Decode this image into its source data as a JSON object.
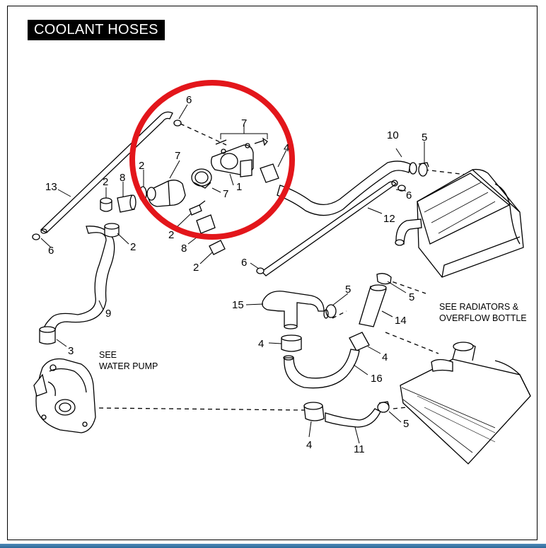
{
  "title": "COOLANT HOSES",
  "notes": {
    "water_pump": [
      "SEE",
      "WATER PUMP"
    ],
    "radiators": [
      "SEE RADIATORS &",
      "OVERFLOW BOTTLE"
    ]
  },
  "highlight": {
    "color": "#e3161b"
  },
  "callouts": [
    {
      "id": "c1",
      "text": "6"
    },
    {
      "id": "c2",
      "text": "7"
    },
    {
      "id": "c3",
      "text": "7"
    },
    {
      "id": "c4",
      "text": "4"
    },
    {
      "id": "c5",
      "text": "2"
    },
    {
      "id": "c6",
      "text": "8"
    },
    {
      "id": "c7",
      "text": "2"
    },
    {
      "id": "c8",
      "text": "7"
    },
    {
      "id": "c9",
      "text": "1"
    },
    {
      "id": "c10",
      "text": "13"
    },
    {
      "id": "c11",
      "text": "10"
    },
    {
      "id": "c12",
      "text": "5"
    },
    {
      "id": "c13",
      "text": "6"
    },
    {
      "id": "c14",
      "text": "12"
    },
    {
      "id": "c15",
      "text": "6"
    },
    {
      "id": "c16",
      "text": "2"
    },
    {
      "id": "c17",
      "text": "2"
    },
    {
      "id": "c18",
      "text": "8"
    },
    {
      "id": "c19",
      "text": "2"
    },
    {
      "id": "c20",
      "text": "6"
    },
    {
      "id": "c21",
      "text": "9"
    },
    {
      "id": "c22",
      "text": "3"
    },
    {
      "id": "c23",
      "text": "15"
    },
    {
      "id": "c24",
      "text": "5"
    },
    {
      "id": "c25",
      "text": "5"
    },
    {
      "id": "c26",
      "text": "14"
    },
    {
      "id": "c27",
      "text": "4"
    },
    {
      "id": "c28",
      "text": "4"
    },
    {
      "id": "c29",
      "text": "16"
    },
    {
      "id": "c30",
      "text": "5"
    },
    {
      "id": "c31",
      "text": "4"
    },
    {
      "id": "c32",
      "text": "11"
    }
  ]
}
